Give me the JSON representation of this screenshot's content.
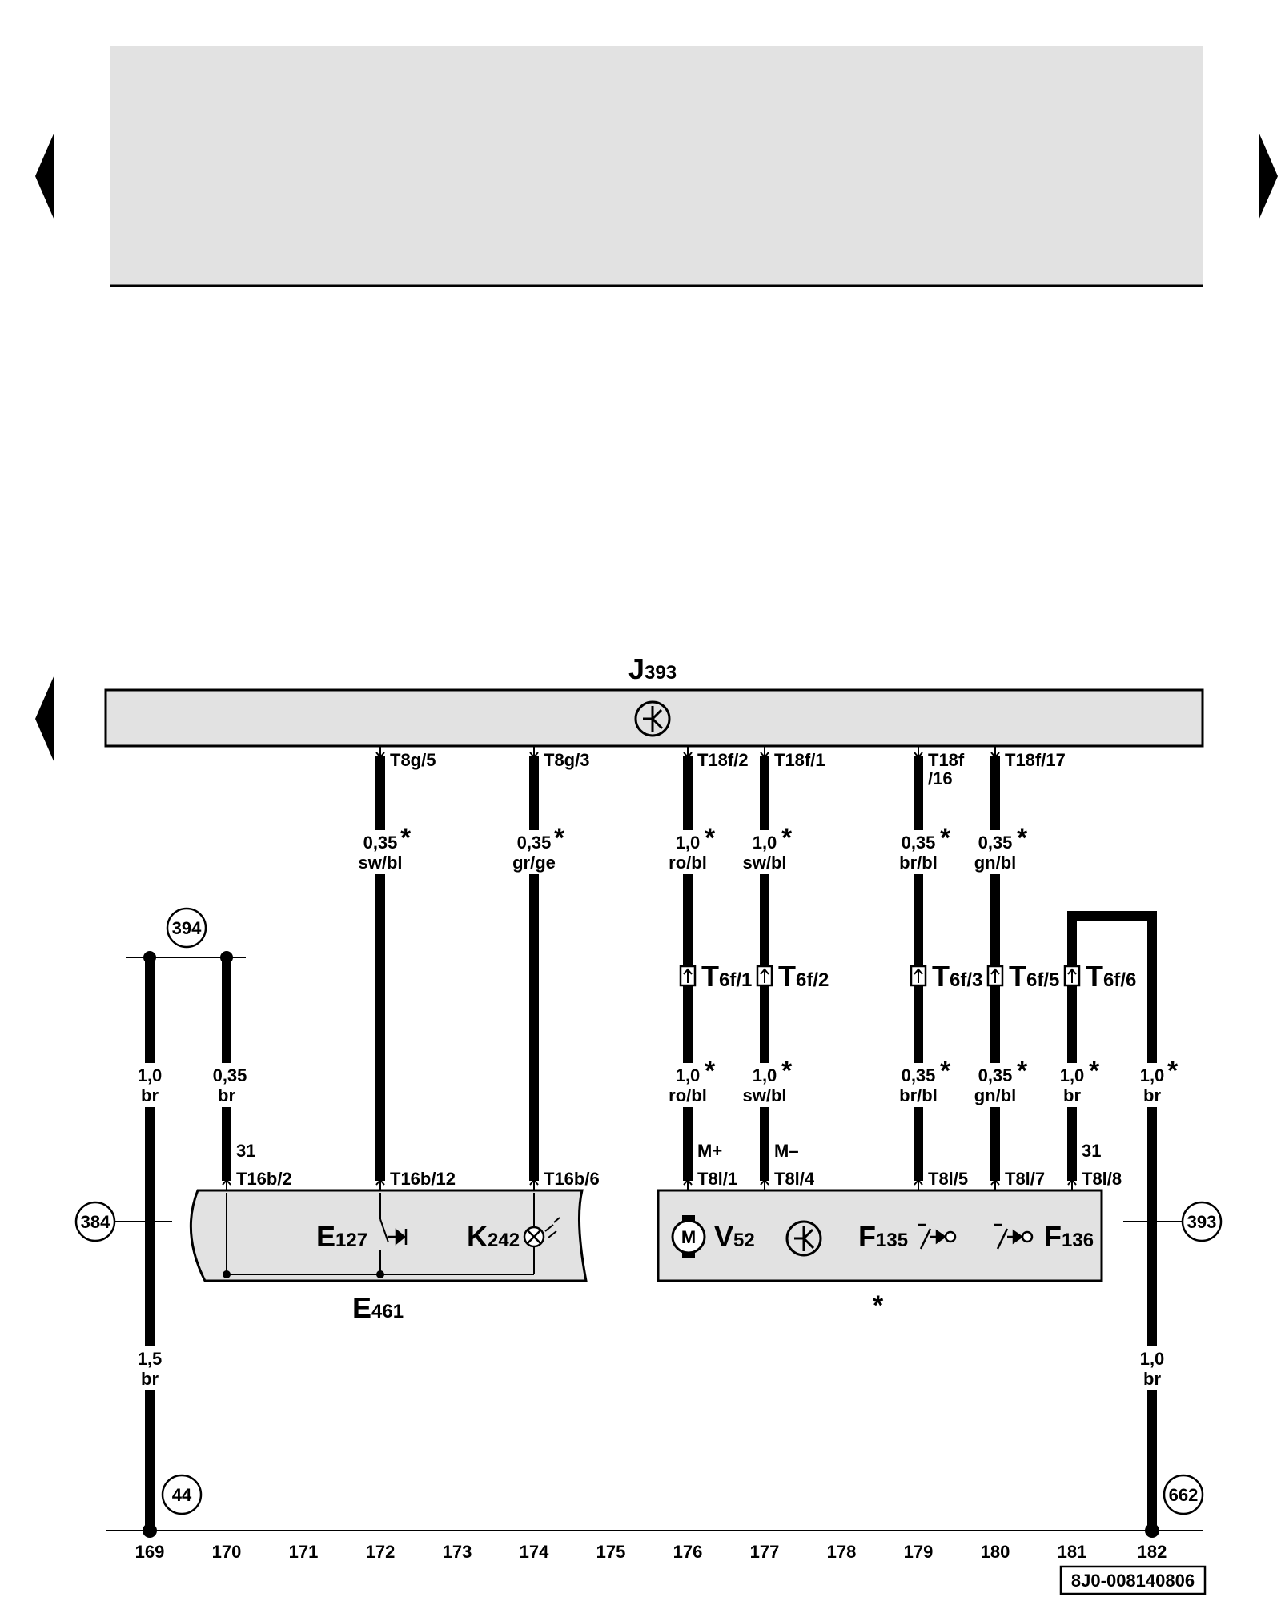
{
  "nav": {
    "prev_icon": "triangle-left-icon",
    "next_icon": "triangle-right-icon"
  },
  "control_unit": {
    "letter": "J",
    "number": "393"
  },
  "top_pins": [
    "T8g/5",
    "T8g/3",
    "T18f/2",
    "T18f/1",
    "T18f",
    "/16",
    "T18f/17"
  ],
  "wires_upper": [
    {
      "size": "0,35",
      "color": "sw/bl"
    },
    {
      "size": "0,35",
      "color": "gr/ge"
    },
    {
      "size": "1,0",
      "color": "ro/bl"
    },
    {
      "size": "1,0",
      "color": "sw/bl"
    },
    {
      "size": "0,35",
      "color": "br/bl"
    },
    {
      "size": "0,35",
      "color": "gn/bl"
    }
  ],
  "connectors": [
    {
      "letter": "T",
      "sub": "6f/1"
    },
    {
      "letter": "T",
      "sub": "6f/2"
    },
    {
      "letter": "T",
      "sub": "6f/3"
    },
    {
      "letter": "T",
      "sub": "6f/5"
    },
    {
      "letter": "T",
      "sub": "6f/6"
    }
  ],
  "wires_lower": [
    {
      "size": "1,0",
      "color": "br"
    },
    {
      "size": "0,35",
      "color": "br"
    },
    {
      "size": "1,0",
      "color": "ro/bl"
    },
    {
      "size": "1,0",
      "color": "sw/bl"
    },
    {
      "size": "0,35",
      "color": "br/bl"
    },
    {
      "size": "0,35",
      "color": "gn/bl"
    },
    {
      "size": "1,0",
      "color": "br"
    },
    {
      "size": "1,0",
      "color": "br"
    }
  ],
  "wires_bottom": [
    {
      "size": "1,5",
      "color": "br"
    },
    {
      "size": "1,0",
      "color": "br"
    }
  ],
  "star": "*",
  "left_unit": {
    "pins": [
      "T16b/2",
      "T16b/12",
      "T16b/6"
    ],
    "ground_label": "31",
    "switch": {
      "letter": "E",
      "number": "127"
    },
    "lamp": {
      "letter": "K",
      "number": "242"
    },
    "name": {
      "letter": "E",
      "number": "461"
    }
  },
  "right_unit": {
    "pins": [
      "T8l/1",
      "T8l/4",
      "T8l/5",
      "T8l/7",
      "T8l/8"
    ],
    "pin_notes": [
      "M+",
      "M–",
      "31"
    ],
    "motor_symbol": "M",
    "motor": {
      "letter": "V",
      "number": "52"
    },
    "switch1": {
      "letter": "F",
      "number": "135"
    },
    "switch2": {
      "letter": "F",
      "number": "136"
    }
  },
  "circled_refs": [
    "394",
    "384",
    "393",
    "44",
    "662"
  ],
  "columns": [
    "169",
    "170",
    "171",
    "172",
    "173",
    "174",
    "175",
    "176",
    "177",
    "178",
    "179",
    "180",
    "181",
    "182"
  ],
  "drawing_code": "8J0-008140806"
}
